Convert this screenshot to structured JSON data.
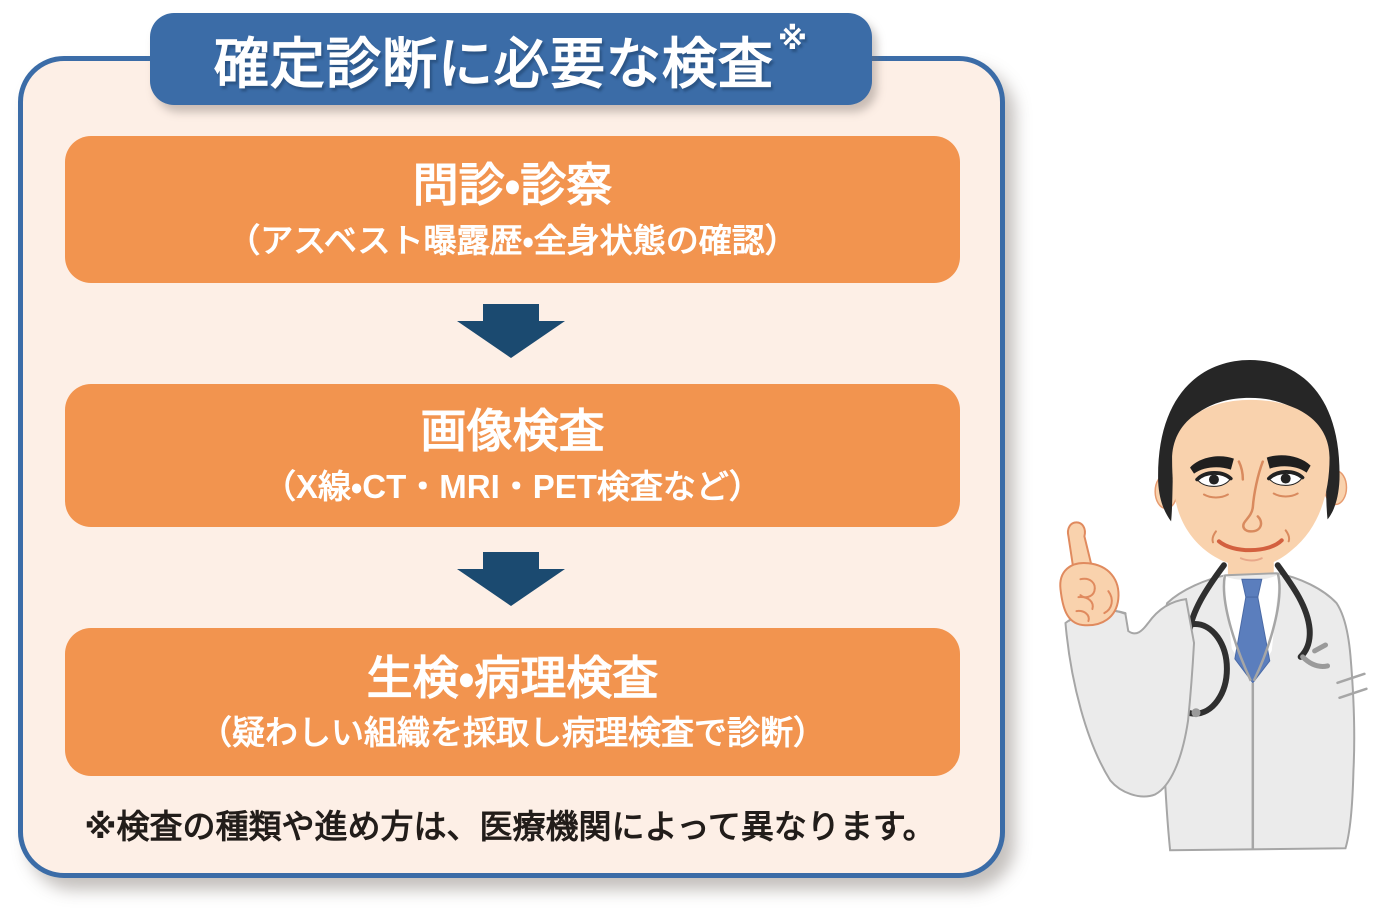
{
  "title": {
    "text": "確定診断に必要な検査",
    "note_mark": "※"
  },
  "flow": {
    "steps": [
      {
        "heading": "問診・診察",
        "subtitle": "（アスベスト曝露歴・全身状態の確認）"
      },
      {
        "heading": "画像検査",
        "subtitle": "（X線・CT・MRI・PET検査など）"
      },
      {
        "heading": "生検・病理検査",
        "subtitle": "（疑わしい組織を採取し病理検査で診断）"
      }
    ]
  },
  "footnote": "※検査の種類や進め方は、医療機関によって異なります。",
  "icons": {
    "down_arrow": "down-arrow",
    "doctor": "doctor-pointing-illustration"
  },
  "colors": {
    "banner_blue": "#3b6ca7",
    "panel_cream": "#fdefe6",
    "box_orange": "#f2944f",
    "arrow_navy": "#1b4a70",
    "text_white": "#ffffff",
    "footnote_black": "#221d1a",
    "tie_blue": "#5b7ebd",
    "coat_gray": "#ebebeb",
    "skin": "#f9d2ad",
    "hair_black": "#262626"
  }
}
